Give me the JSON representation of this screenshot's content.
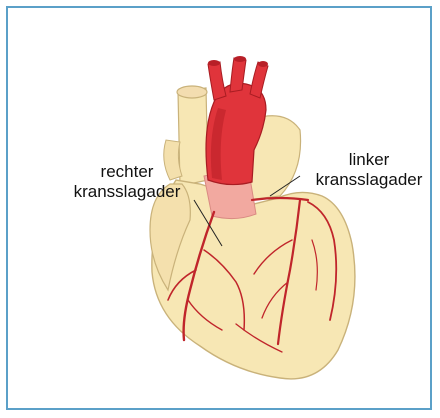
{
  "labels": {
    "right_coronary": [
      "rechter",
      "kransslagader"
    ],
    "left_coronary": [
      "linker",
      "kransslagader"
    ]
  },
  "colors": {
    "frame_border": "#5ba0c8",
    "heart_fill": "#f7e7b4",
    "heart_outline": "#c9b27a",
    "aorta": "#e0343b",
    "aorta_shade": "#b81f27",
    "root_pink": "#f2a9a0",
    "vessel": "#c0252b"
  }
}
